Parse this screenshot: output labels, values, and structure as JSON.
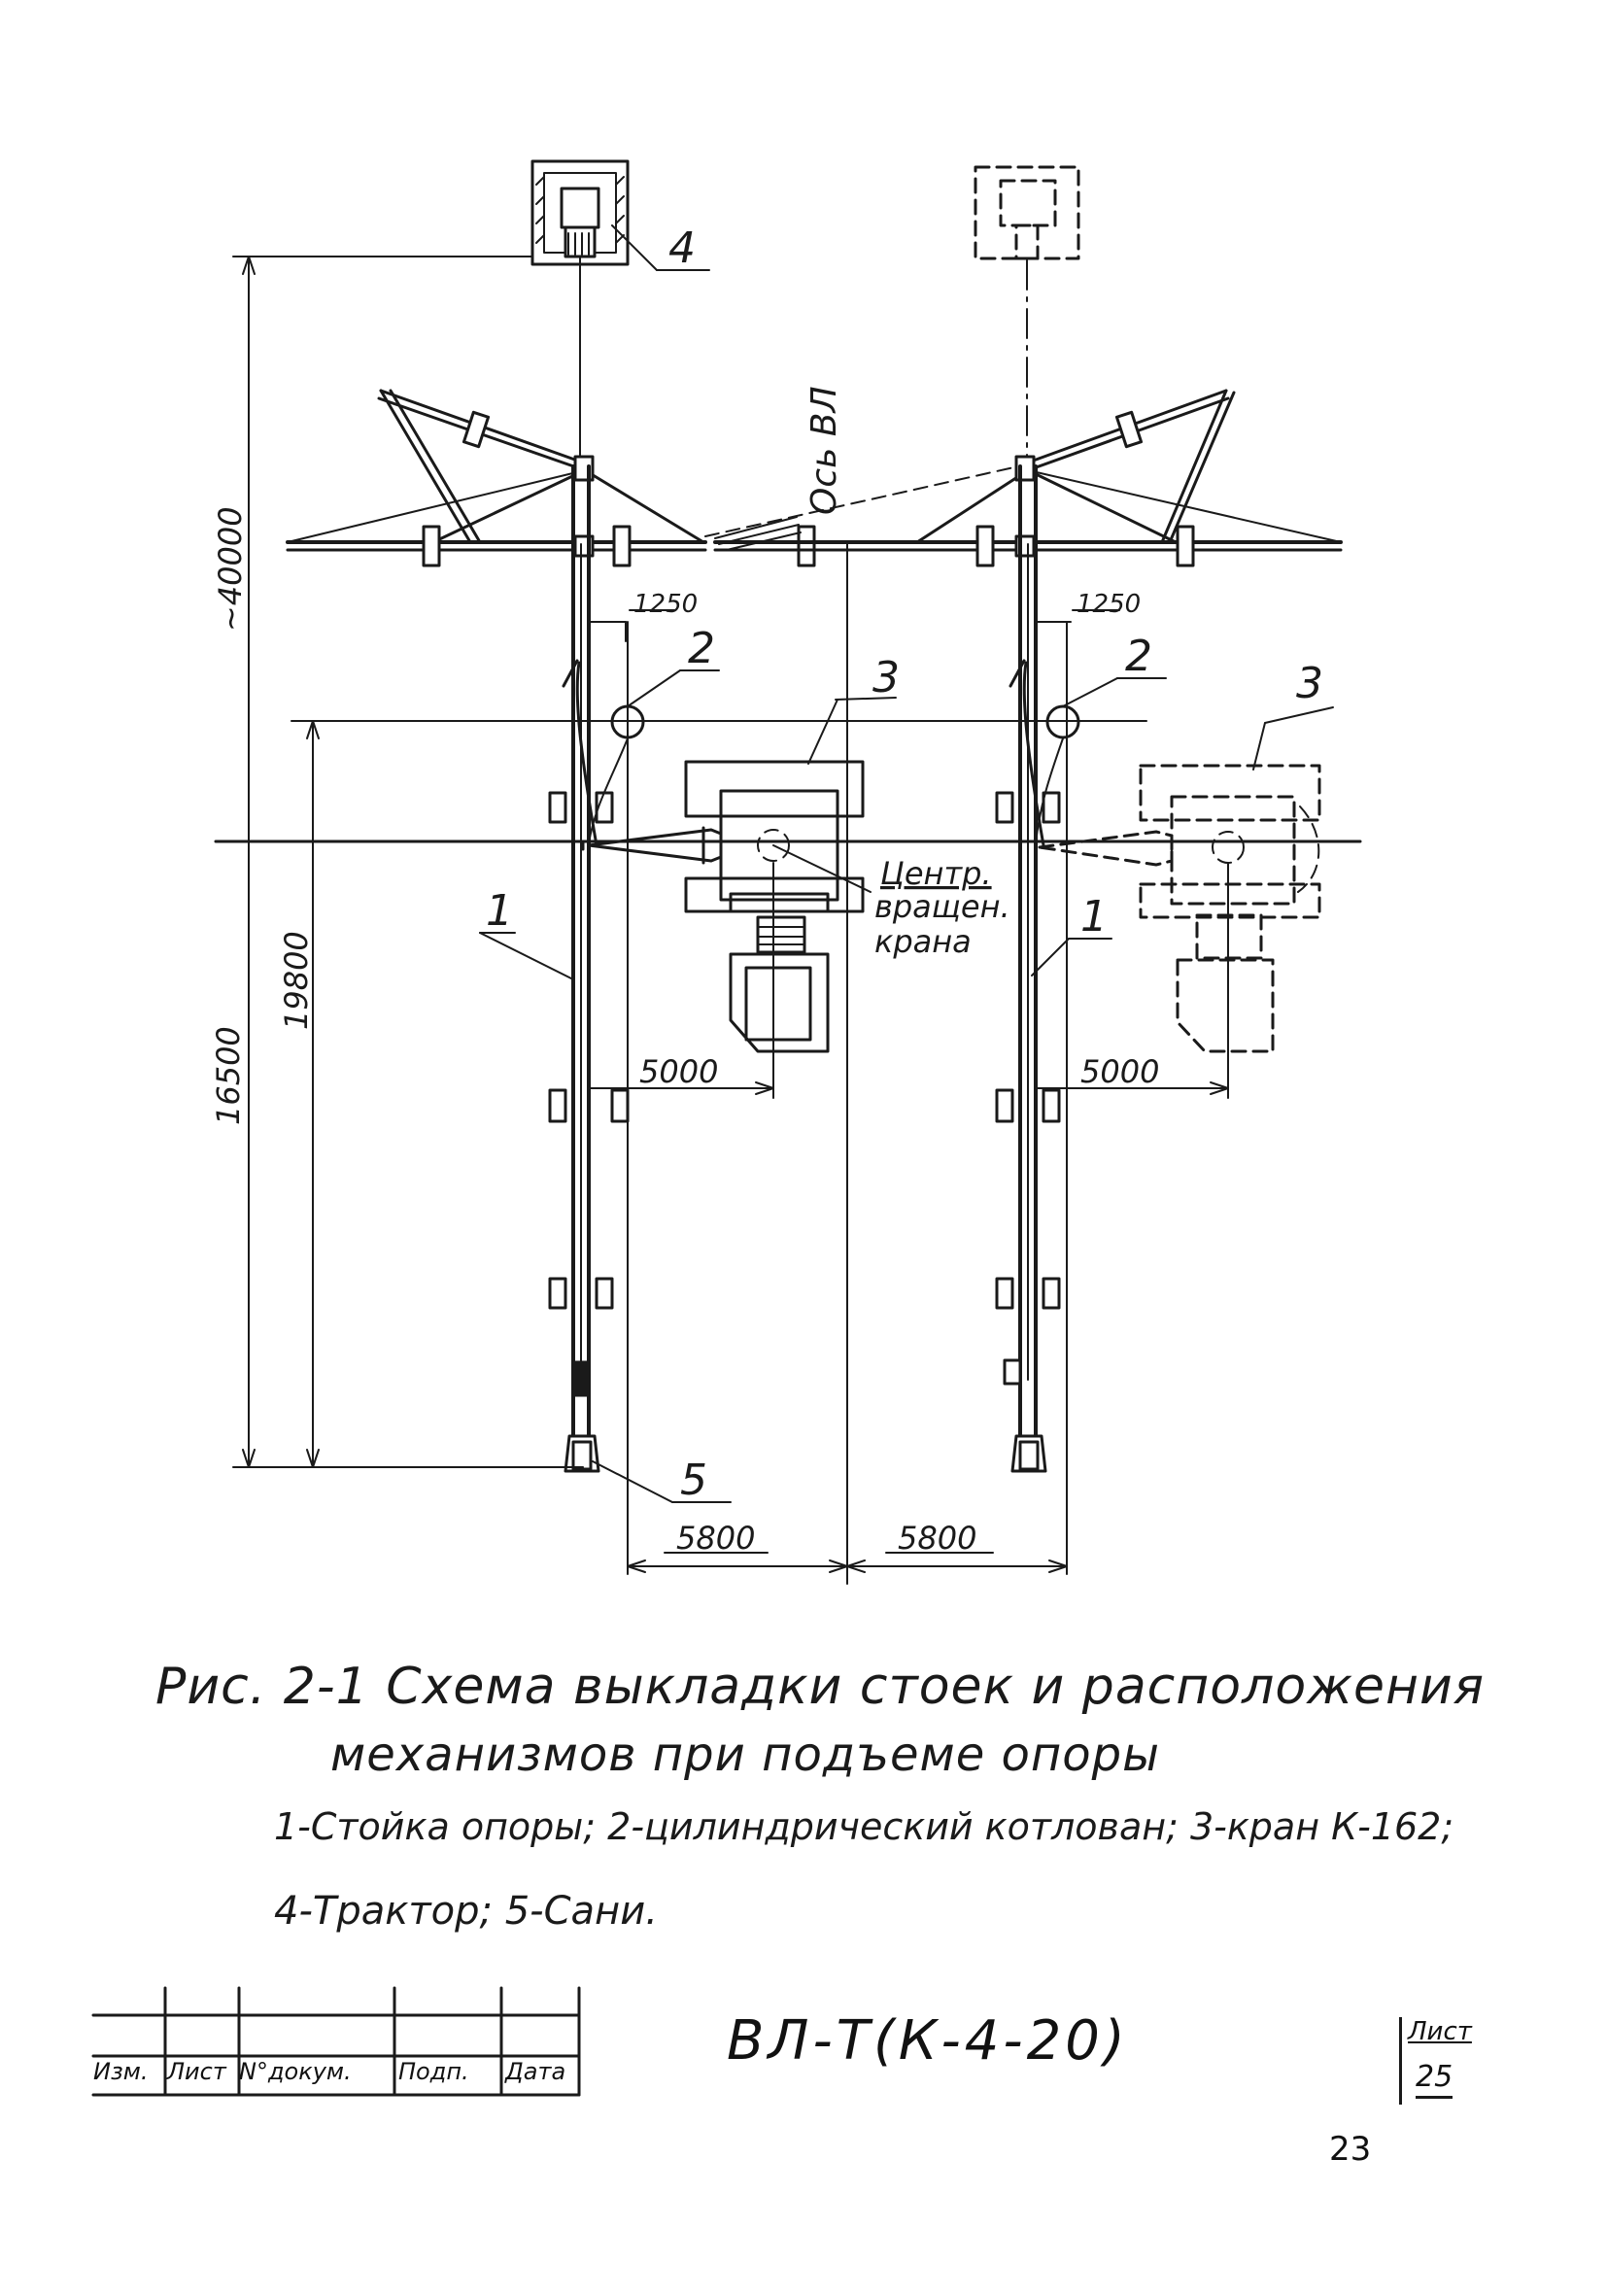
{
  "figure": {
    "callouts": [
      "1",
      "2",
      "3",
      "4",
      "5"
    ],
    "dimensions": {
      "total_height": "~40000",
      "lower_height": "16500",
      "pit_height": "19800",
      "offset_top": "1250",
      "crane_reach": "5000",
      "spacing": "5800"
    },
    "axis_label": "Ось ВЛ",
    "crane_center_label": [
      "Центр.",
      "вращен.",
      "крана"
    ]
  },
  "caption": {
    "line1": "Рис. 2-1 Схема выкладки стоек и расположения",
    "line2": "механизмов при подъеме опоры"
  },
  "legend": {
    "line1": "1-Стойка опоры; 2-цилиндрический котлован; 3-кран К-162;",
    "line2": "4-Трактор; 5-Сани."
  },
  "stamp": {
    "headers": [
      "Изм.",
      "Лист",
      "N°докум.",
      "Подп.",
      "Дата"
    ],
    "designation": "ВЛ-Т(К-4-20)",
    "sheet_label": "Лист",
    "sheet_number": "25"
  },
  "page_number": "23"
}
